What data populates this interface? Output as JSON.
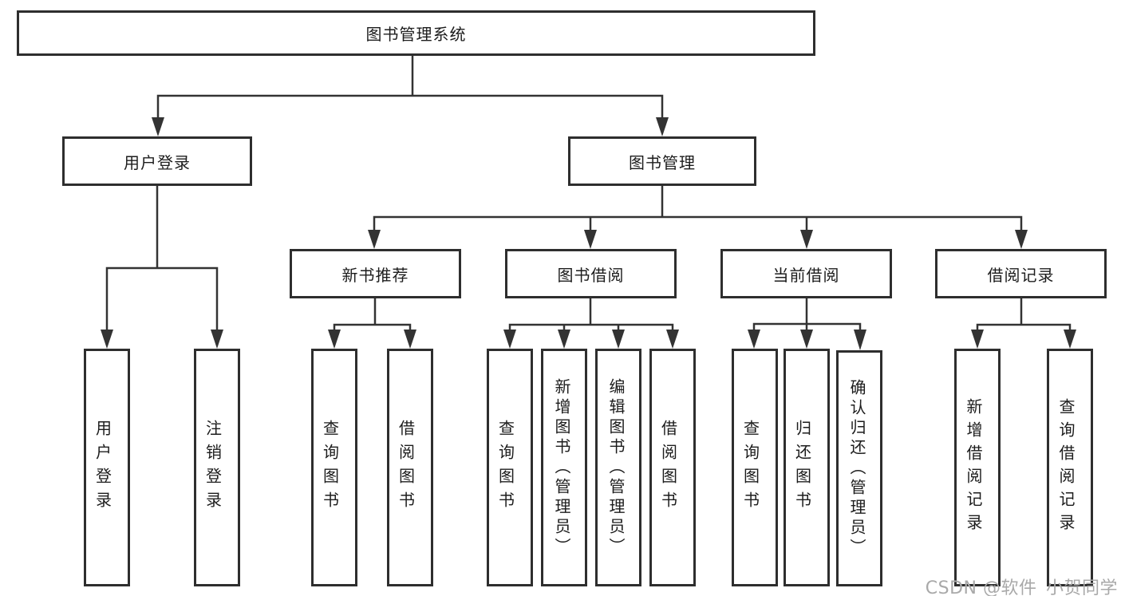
{
  "diagram": {
    "root": {
      "label": "图书管理系统"
    },
    "branches": [
      {
        "label": "用户登录",
        "children": [
          {
            "label": "用户登录"
          },
          {
            "label": "注销登录"
          }
        ]
      },
      {
        "label": "图书管理",
        "children": [
          {
            "label": "新书推荐",
            "children": [
              {
                "label": "查询图书"
              },
              {
                "label": "借阅图书"
              }
            ]
          },
          {
            "label": "图书借阅",
            "children": [
              {
                "label": "查询图书"
              },
              {
                "label": "新增图书（管理员）"
              },
              {
                "label": "编辑图书（管理员）"
              },
              {
                "label": "借阅图书"
              }
            ]
          },
          {
            "label": "当前借阅",
            "children": [
              {
                "label": "查询图书"
              },
              {
                "label": "归还图书"
              },
              {
                "label": "确认归还（管理员）"
              }
            ]
          },
          {
            "label": "借阅记录",
            "children": [
              {
                "label": "新增借阅记录"
              },
              {
                "label": "查询借阅记录"
              }
            ]
          }
        ]
      }
    ]
  },
  "watermark": {
    "text": "CSDN @软件_小贺同学"
  },
  "colors": {
    "line": "#333333",
    "box_border": "#2e2e2e",
    "box_fill": "#ffffff",
    "text": "#1c1c1c",
    "watermark": "#a9a9a9",
    "background": "#ffffff"
  }
}
